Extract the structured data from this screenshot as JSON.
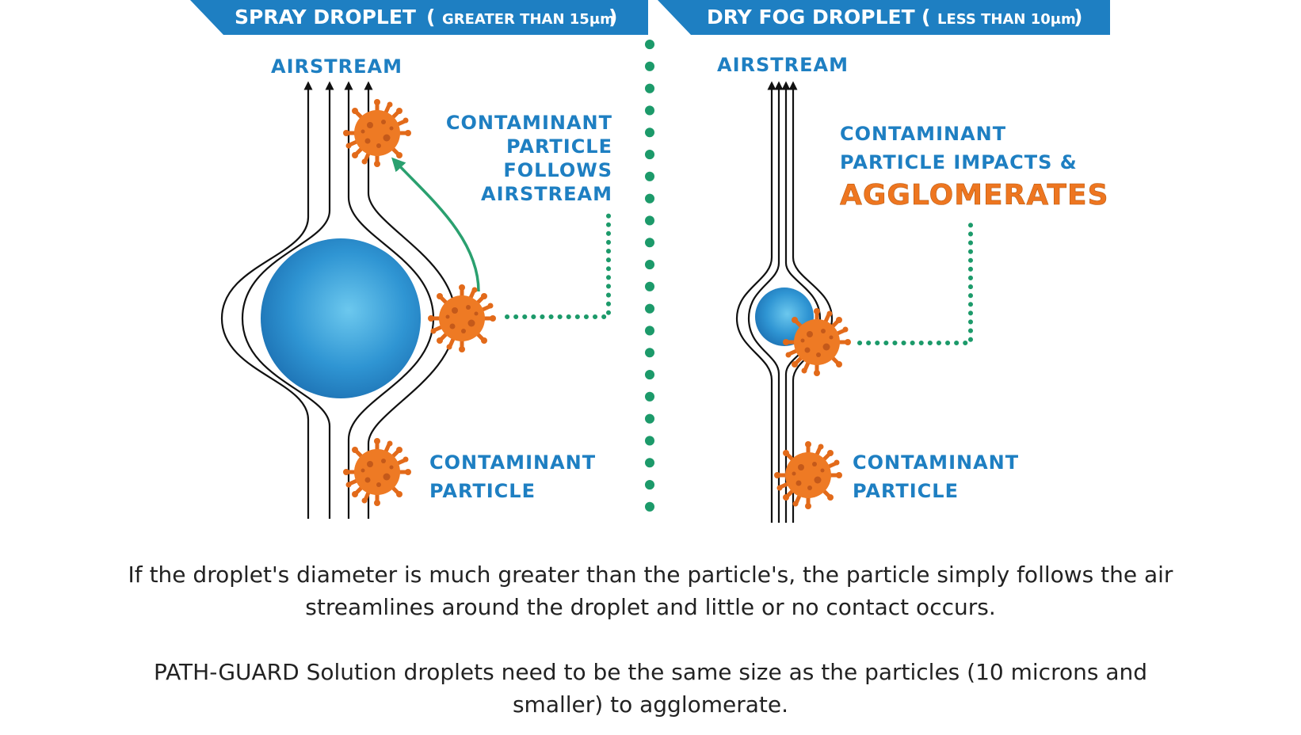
{
  "colors": {
    "header_bg": "#1e7fc2",
    "label_blue": "#1e7fc2",
    "highlight_orange": "#ee7620",
    "divider_green": "#1c9a6a",
    "particle_orange": "#e8731f"
  },
  "left_panel": {
    "header_title": "SPRAY DROPLET",
    "header_open": "(",
    "header_size": "GREATER THAN 15μm",
    "header_close": ")",
    "airstream_label": "AIRSTREAM",
    "follows_label": [
      "CONTAMINANT",
      "PARTICLE",
      "FOLLOWS",
      "AIRSTREAM"
    ],
    "particle_label": [
      "CONTAMINANT",
      "PARTICLE"
    ]
  },
  "right_panel": {
    "header_title": "DRY FOG DROPLET",
    "header_open": "(",
    "header_size": "LESS THAN 10μm",
    "header_close": ")",
    "airstream_label": "AIRSTREAM",
    "impact_label": [
      "CONTAMINANT",
      "PARTICLE IMPACTS &"
    ],
    "impact_highlight": "AGGLOMERATES",
    "particle_label": [
      "CONTAMINANT",
      "PARTICLE"
    ]
  },
  "caption": {
    "paragraph_1": "If the droplet's diameter is much greater than the particle's, the particle simply follows the air streamlines around the droplet and little or no contact occurs.",
    "paragraph_2": "PATH-GUARD Solution droplets need to be the same size as the particles (10 microns and smaller) to agglomerate."
  },
  "icons": [
    "virus-particle-icon",
    "water-droplet-icon",
    "arrow-up-icon"
  ]
}
